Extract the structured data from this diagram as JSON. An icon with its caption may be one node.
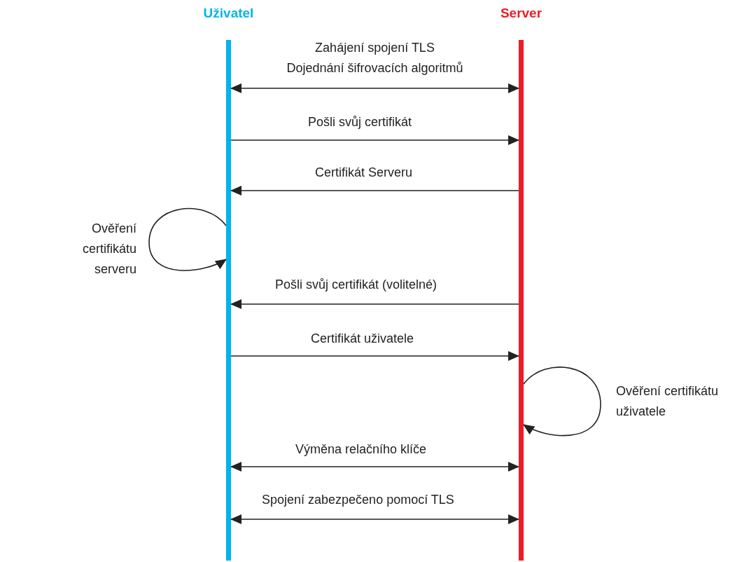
{
  "diagram": {
    "nodes": [
      {
        "text": [
          "Uživatel"
        ]
      },
      {
        "text": [
          "Server"
        ]
      }
    ],
    "edges": [
      {
        "from": 0,
        "to": 1,
        "arrow": "both",
        "label": "Zahájení spojení TLS Dojednání šifrovacích algoritmů"
      },
      {
        "from": 0,
        "to": 1,
        "arrow": "to",
        "label": "Pošli svůj certifikát"
      },
      {
        "from": 1,
        "to": 0,
        "arrow": "to",
        "label": "Certifikát Serveru"
      },
      {
        "from": 0,
        "to": 0,
        "arrow": "to",
        "label": "Ověření certifikátu serveru"
      },
      {
        "from": 1,
        "to": 0,
        "arrow": "to",
        "label": "Pošli svůj certifikát (volitelné)"
      },
      {
        "from": 0,
        "to": 1,
        "arrow": "to",
        "label": "Certifikát uživatele"
      },
      {
        "from": 1,
        "to": 1,
        "arrow": "to",
        "label": "Ověření certifikátu uživatele"
      },
      {
        "from": 0,
        "to": 1,
        "arrow": "both",
        "label": "Výměna relačního klíče"
      },
      {
        "from": 0,
        "to": 1,
        "arrow": "both",
        "label": "Spojení zabezpečeno pomocí TLS"
      }
    ]
  }
}
